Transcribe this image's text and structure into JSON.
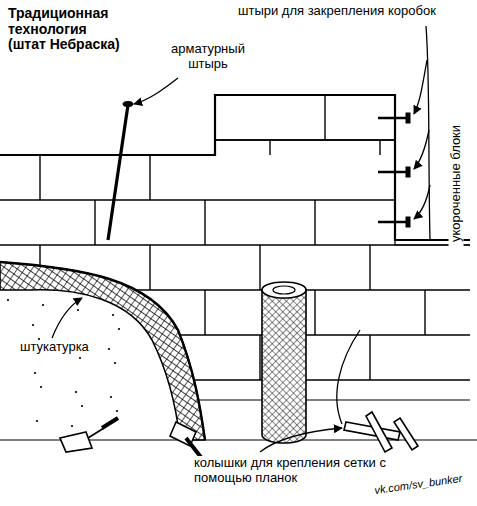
{
  "diagram": {
    "title": "Традиционная технология (штат Небраска)",
    "labels": [
      "арматурный штырь",
      "штыри для закрепления коробок",
      "укороченные блоки",
      "штукатурка",
      "колышки для крепления сетки с помощью планок",
      "vk.com/sv_bunker"
    ]
  }
}
